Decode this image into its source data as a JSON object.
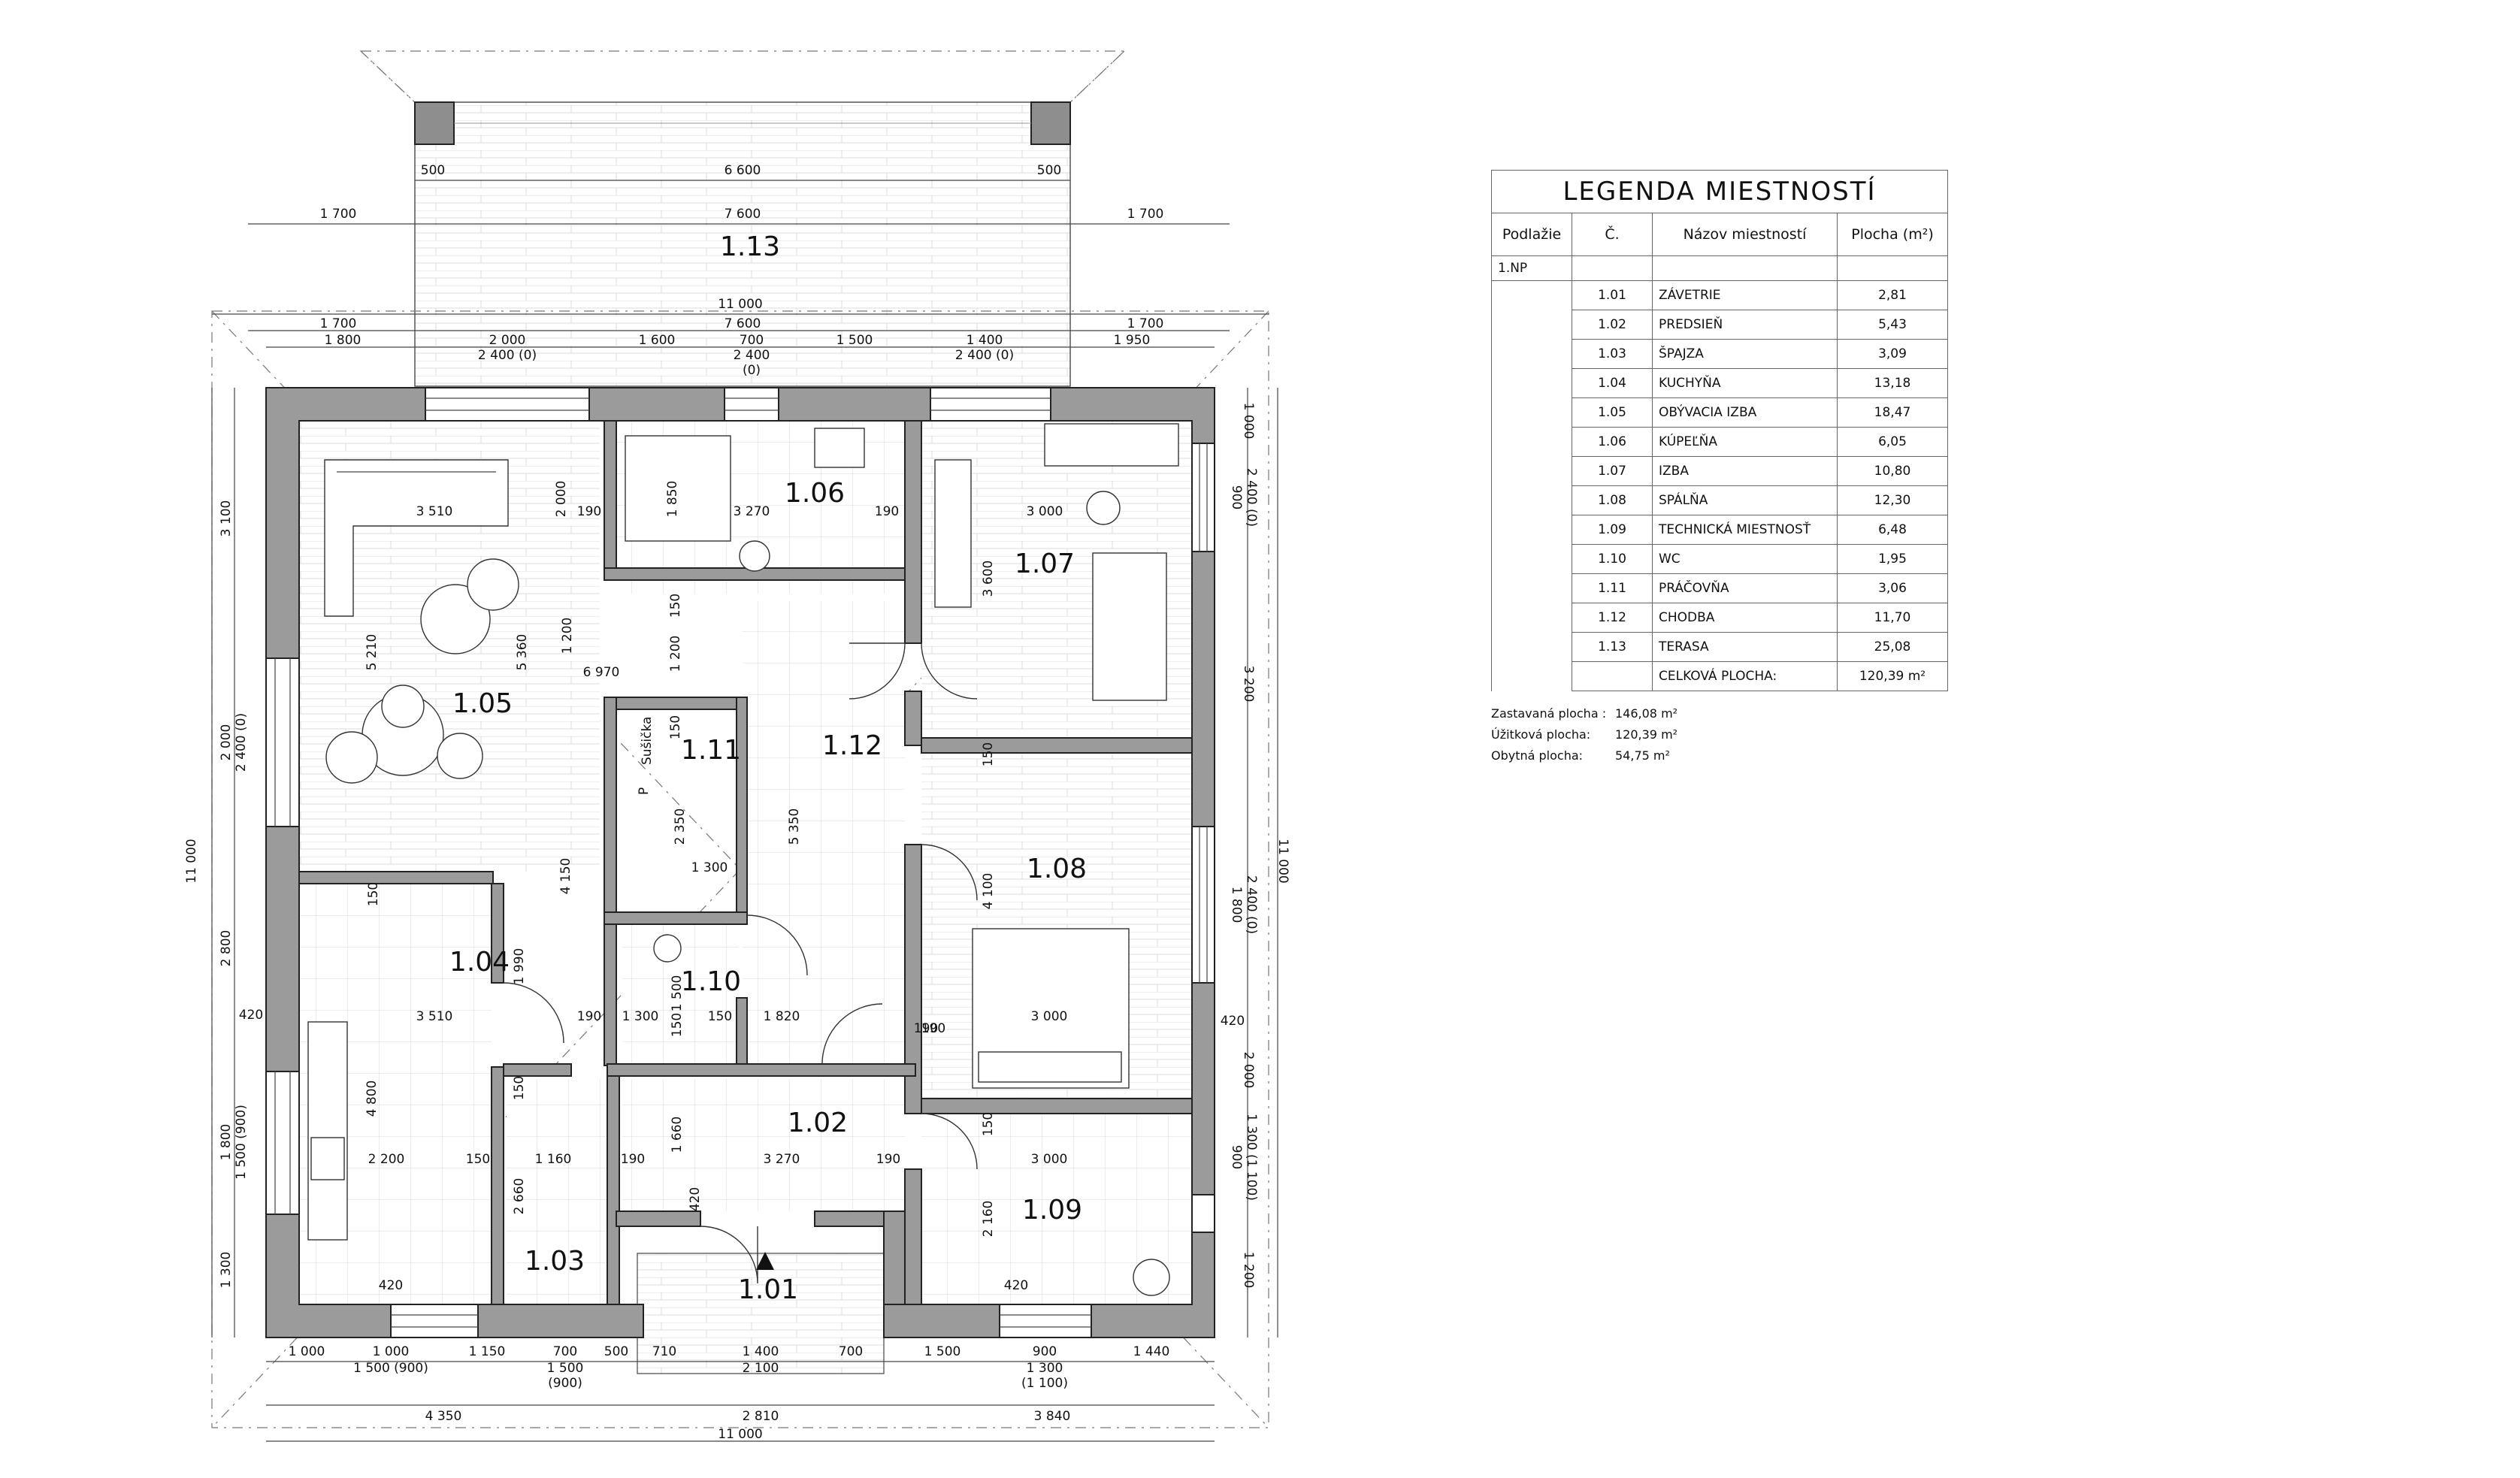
{
  "legend": {
    "title": "LEGENDA MIESTNOSTÍ",
    "headers": {
      "floor": "Podlažie",
      "number": "Č.",
      "name": "Názov miestností",
      "area": "Plocha (m²)"
    },
    "floor": "1.NP",
    "rows": [
      {
        "no": "1.01",
        "name": "ZÁVETRIE",
        "area": "2,81"
      },
      {
        "no": "1.02",
        "name": "PREDSIEŇ",
        "area": "5,43"
      },
      {
        "no": "1.03",
        "name": "ŠPAJZA",
        "area": "3,09"
      },
      {
        "no": "1.04",
        "name": "KUCHYŇA",
        "area": "13,18"
      },
      {
        "no": "1.05",
        "name": "OBÝVACIA IZBA",
        "area": "18,47"
      },
      {
        "no": "1.06",
        "name": "KÚPEĽŇA",
        "area": "6,05"
      },
      {
        "no": "1.07",
        "name": "IZBA",
        "area": "10,80"
      },
      {
        "no": "1.08",
        "name": "SPÁLŇA",
        "area": "12,30"
      },
      {
        "no": "1.09",
        "name": "TECHNICKÁ MIESTNOSŤ",
        "area": "6,48"
      },
      {
        "no": "1.10",
        "name": "WC",
        "area": "1,95"
      },
      {
        "no": "1.11",
        "name": "PRÁČOVŇA",
        "area": "3,06"
      },
      {
        "no": "1.12",
        "name": "CHODBA",
        "area": "11,70"
      },
      {
        "no": "1.13",
        "name": "TERASA",
        "area": "25,08"
      }
    ],
    "total_label": "CELKOVÁ PLOCHA:",
    "total_area": "120,39 m²"
  },
  "summary": [
    {
      "label": "Zastavaná plocha :",
      "value": "146,08 m²"
    },
    {
      "label": "Úžitková plocha:",
      "value": "120,39 m²"
    },
    {
      "label": "Obytná plocha:",
      "value": "54,75 m²"
    }
  ],
  "rooms": [
    "1.01",
    "1.02",
    "1.03",
    "1.04",
    "1.05",
    "1.06",
    "1.07",
    "1.08",
    "1.09",
    "1.10",
    "1.11",
    "1.12",
    "1.13"
  ],
  "annotations": {
    "dryer": "Sušička",
    "p": "P"
  },
  "dimensions": {
    "terrace_top": [
      "500",
      "6 600",
      "500"
    ],
    "terrace_second": [
      "1 700",
      "7 600",
      "1 700"
    ],
    "overall": "11 000",
    "top_row_a": [
      "1 700",
      "7 600",
      "1 700"
    ],
    "top_row_b": [
      "1 800",
      "2 000",
      "1 600",
      "700",
      "1 500",
      "1 400",
      "1 950"
    ],
    "top_windows": [
      "2 400 (0)",
      "2 400",
      "(0)",
      "2 400 (0)"
    ],
    "bottom_row_a": [
      "1 000",
      "1 000",
      "1 150",
      "700",
      "500",
      "710",
      "1 400",
      "700",
      "1 500",
      "900",
      "1 440"
    ],
    "bottom_row_b": [
      "1 500 (900)",
      "1 500",
      "(900)",
      "2 100",
      "1 300",
      "(1 100)"
    ],
    "bottom_row_c": [
      "4 350",
      "2 810",
      "3 840"
    ],
    "left_outer": [
      "3 100",
      "2 000",
      "2 400 (0)",
      "2 800",
      "420",
      "1 800",
      "1 500 (900)",
      "1 300"
    ],
    "right_outer": [
      "1 000",
      "900",
      "2 400 (0)",
      "3 200",
      "1 800",
      "2 400 (0)",
      "420",
      "2 000",
      "900",
      "1 300 (1 100)",
      "1 200"
    ],
    "interior": [
      "3 510",
      "2 000",
      "190",
      "1 850",
      "3 270",
      "190",
      "3 000",
      "3 600",
      "150",
      "1 200",
      "6 970",
      "5 210",
      "5 360",
      "1 200",
      "150",
      "2 350",
      "5 350",
      "1 300",
      "4 100",
      "150",
      "4 150",
      "150",
      "1 990",
      "3 510",
      "190",
      "1 300",
      "150",
      "1 820",
      "190",
      "3 000",
      "1 500",
      "4 800",
      "2 200",
      "150",
      "1 160",
      "190",
      "1 660",
      "3 270",
      "190",
      "3 000",
      "2 660",
      "150",
      "420",
      "2 160",
      "420",
      "150",
      "420",
      "190",
      "150"
    ]
  }
}
